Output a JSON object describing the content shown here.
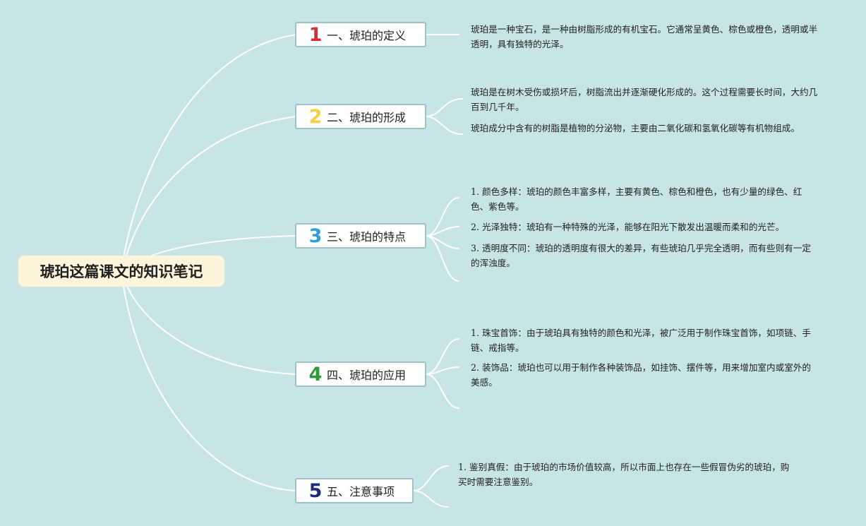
{
  "root": {
    "title": "琥珀这篇课文的知识笔记"
  },
  "branches": [
    {
      "num": "1",
      "label": "一、琥珀的定义",
      "color": "#d62d3d",
      "notes": [
        "琥珀是一种宝石，是一种由树脂形成的有机宝石。它通常呈黄色、棕色或橙色，透明或半透明，具有独特的光泽。"
      ]
    },
    {
      "num": "2",
      "label": "二、琥珀的形成",
      "color": "#f2cf44",
      "notes": [
        "琥珀是在树木受伤或损坏后，树脂流出并逐渐硬化形成的。这个过程需要长时间，大约几百到几千年。",
        "琥珀成分中含有的树脂是植物的分泌物，主要由二氧化碳和氢氧化碳等有机物组成。"
      ]
    },
    {
      "num": "3",
      "label": "三、琥珀的特点",
      "color": "#2b9fd8",
      "notes": [
        "1. 颜色多样：琥珀的颜色丰富多样，主要有黄色、棕色和橙色，也有少量的绿色、红色、紫色等。",
        "2. 光泽独特：琥珀有一种特殊的光泽，能够在阳光下散发出温暖而柔和的光芒。",
        "3. 透明度不同：琥珀的透明度有很大的差异，有些琥珀几乎完全透明，而有些则有一定的浑浊度。"
      ]
    },
    {
      "num": "4",
      "label": "四、琥珀的应用",
      "color": "#2e9a3b",
      "notes": [
        "1. 珠宝首饰：由于琥珀具有独特的颜色和光泽，被广泛用于制作珠宝首饰，如项链、手链、戒指等。",
        "2. 装饰品：琥珀也可以用于制作各种装饰品，如挂饰、摆件等，用来增加室内或室外的美感。"
      ]
    },
    {
      "num": "5",
      "label": "五、注意事项",
      "color": "#1d2c7a",
      "notes": [
        "1. 鉴别真假：由于琥珀的市场价值较高，所以市面上也存在一些假冒伪劣的琥珀，购买时需要注意鉴别。"
      ]
    }
  ]
}
